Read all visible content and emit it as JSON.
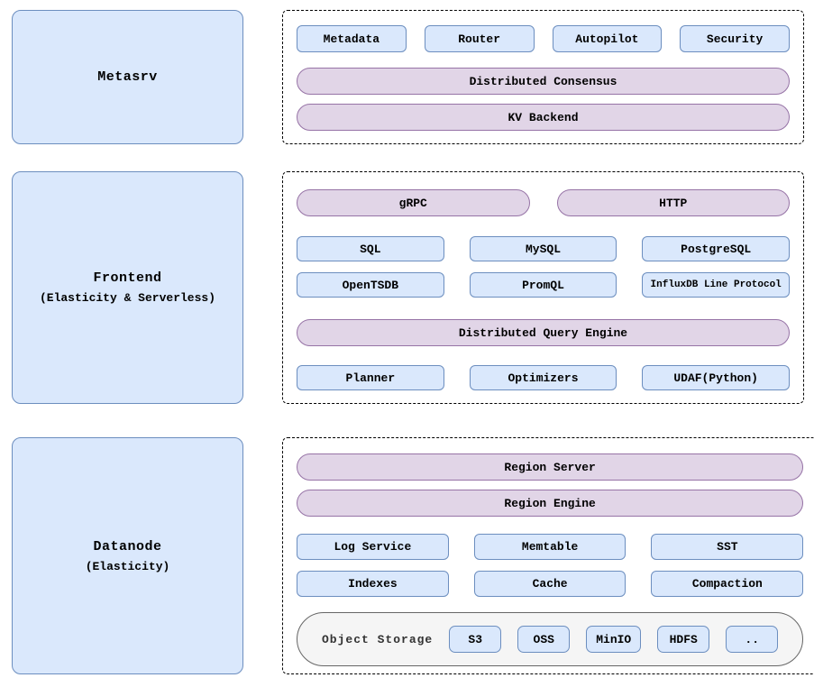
{
  "colors": {
    "node_fill": "#dae8fc",
    "node_border": "#6c8ebf",
    "pill_fill": "#e1d5e7",
    "pill_border": "#9673a6",
    "storage_fill": "#f5f5f5",
    "storage_border": "#666666"
  },
  "left_column": {
    "metasrv": {
      "title": "Metasrv"
    },
    "frontend": {
      "title": "Frontend",
      "subtitle": "(Elasticity & Serverless)"
    },
    "datanode": {
      "title": "Datanode",
      "subtitle": "(Elasticity)"
    }
  },
  "metasrv_panel": {
    "modules": [
      "Metadata",
      "Router",
      "Autopilot",
      "Security"
    ],
    "consensus_pill": "Distributed Consensus",
    "kv_pill": "KV Backend"
  },
  "frontend_panel": {
    "grpc_pill": "gRPC",
    "http_pill": "HTTP",
    "protocols_row1": [
      "SQL",
      "MySQL",
      "PostgreSQL"
    ],
    "protocols_row2": [
      "OpenTSDB",
      "PromQL",
      "InfluxDB Line Protocol"
    ],
    "query_engine_pill": "Distributed Query Engine",
    "query_modules": [
      "Planner",
      "Optimizers",
      "UDAF(Python)"
    ]
  },
  "datanode_panel": {
    "region_server_pill": "Region Server",
    "region_engine_pill": "Region Engine",
    "modules_row1": [
      "Log Service",
      "Memtable",
      "SST"
    ],
    "modules_row2": [
      "Indexes",
      "Cache",
      "Compaction"
    ],
    "object_storage": {
      "label": "Object Storage",
      "backends": [
        "S3",
        "OSS",
        "MinIO",
        "HDFS",
        ".."
      ]
    }
  }
}
